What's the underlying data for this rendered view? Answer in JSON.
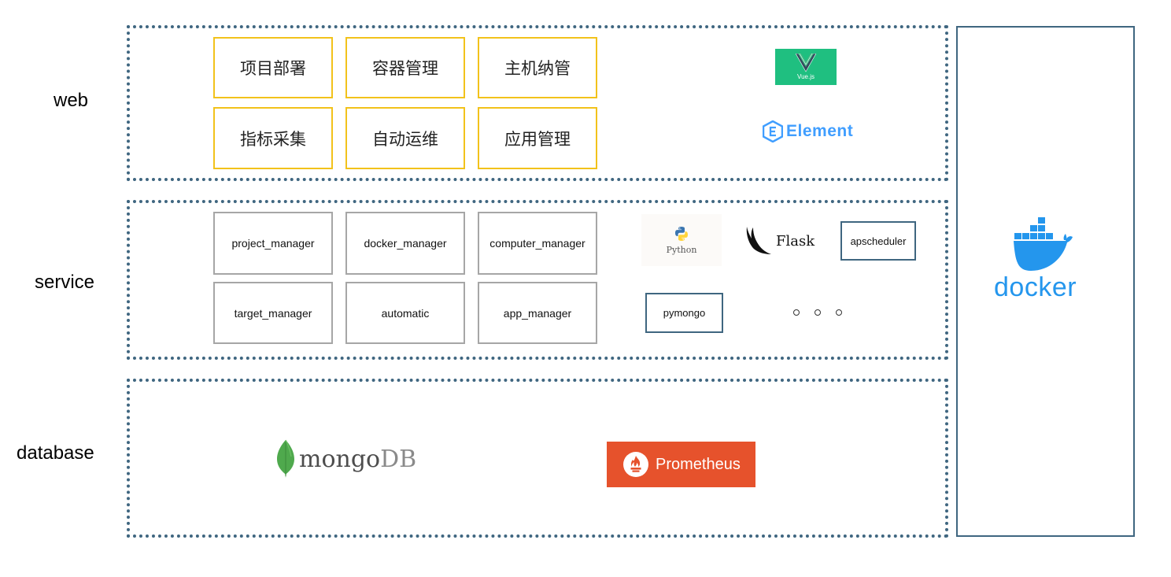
{
  "layers": {
    "web": "web",
    "service": "service",
    "database": "database"
  },
  "web": {
    "features": [
      "项目部署",
      "容器管理",
      "主机纳管",
      "指标采集",
      "自动运维",
      "应用管理"
    ],
    "logos": {
      "vue": "Vue.js",
      "element": "Element"
    }
  },
  "service": {
    "modules": [
      "project_manager",
      "docker_manager",
      "computer_manager",
      "target_manager",
      "automatic",
      "app_manager"
    ],
    "logos": {
      "python": "Python",
      "flask": "Flask"
    },
    "libs": {
      "apscheduler": "apscheduler",
      "pymongo": "pymongo"
    },
    "more": "。。。"
  },
  "database": {
    "mongodb": {
      "name": "mongo",
      "suffix": "DB"
    },
    "prometheus": "Prometheus"
  },
  "container": {
    "docker": "docker"
  },
  "colors": {
    "layer_border": "#3f6680",
    "feature_border": "#f2c21b",
    "service_border": "#a6a6a6",
    "vue_green": "#1fbf80",
    "element_blue": "#409eff",
    "prometheus_orange": "#e6522c",
    "docker_blue": "#2496ed",
    "mongo_green": "#4fa94d"
  }
}
